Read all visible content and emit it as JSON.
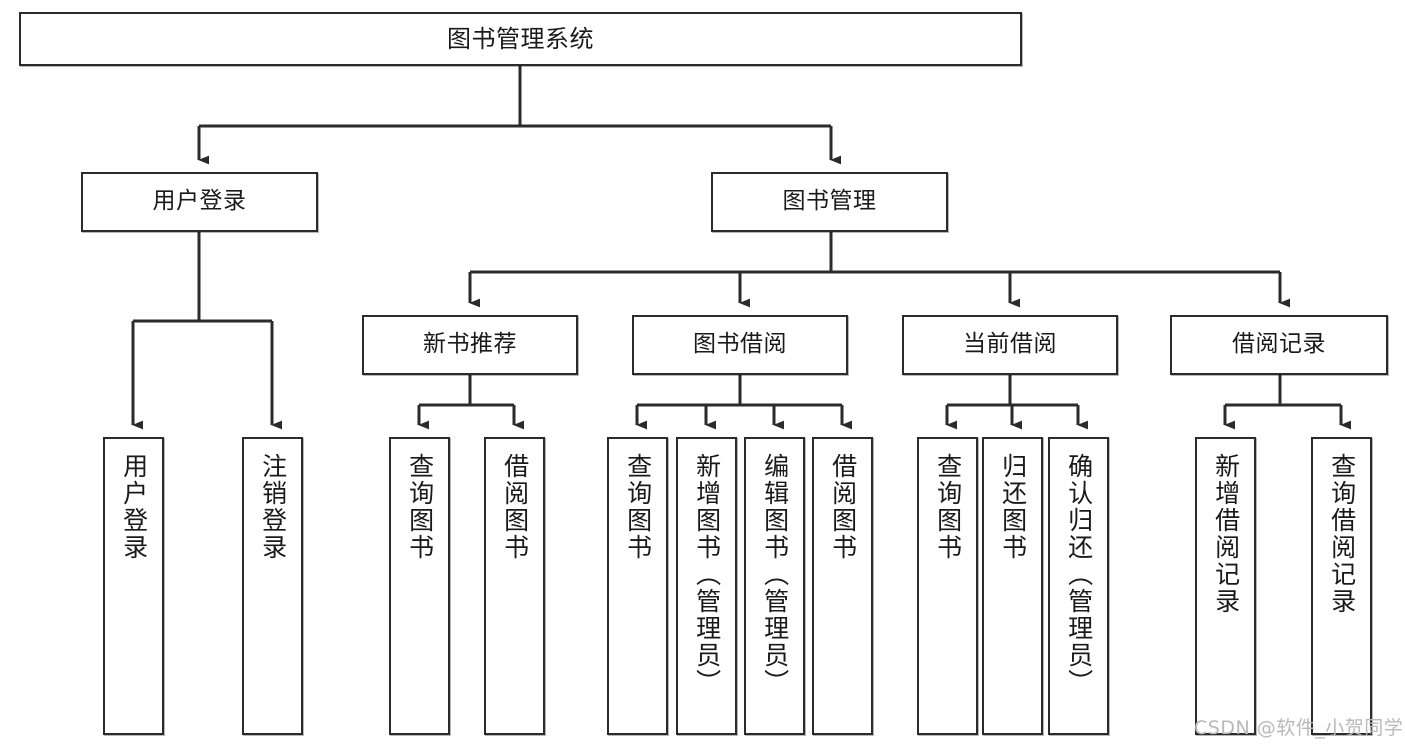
{
  "diagram": {
    "title": "图书管理系统",
    "type": "tree-hierarchy",
    "watermark": "CSDN @软件_小贺同学",
    "colors": {
      "stroke": "#2b2b2b",
      "fill": "#ffffff",
      "text": "#1a1a1a",
      "watermark": "#b9b9b9"
    },
    "nodes": {
      "root": {
        "label": "图书管理系统"
      },
      "level2": [
        {
          "label": "用户登录"
        },
        {
          "label": "图书管理"
        }
      ],
      "level3": [
        {
          "label": "新书推荐"
        },
        {
          "label": "图书借阅"
        },
        {
          "label": "当前借阅"
        },
        {
          "label": "借阅记录"
        }
      ],
      "leaves_user_login": [
        {
          "label": "用户登录"
        },
        {
          "label": "注销登录"
        }
      ],
      "leaves_new_books": [
        {
          "label": "查询图书"
        },
        {
          "label": "借阅图书"
        }
      ],
      "leaves_book_borrow": [
        {
          "label": "查询图书"
        },
        {
          "label": "新增图书（管理员）"
        },
        {
          "label": "编辑图书（管理员）"
        },
        {
          "label": "借阅图书"
        }
      ],
      "leaves_current_borrow": [
        {
          "label": "查询图书"
        },
        {
          "label": "归还图书"
        },
        {
          "label": "确认归还（管理员）"
        }
      ],
      "leaves_borrow_records": [
        {
          "label": "新增借阅记录"
        },
        {
          "label": "查询借阅记录"
        }
      ]
    }
  }
}
